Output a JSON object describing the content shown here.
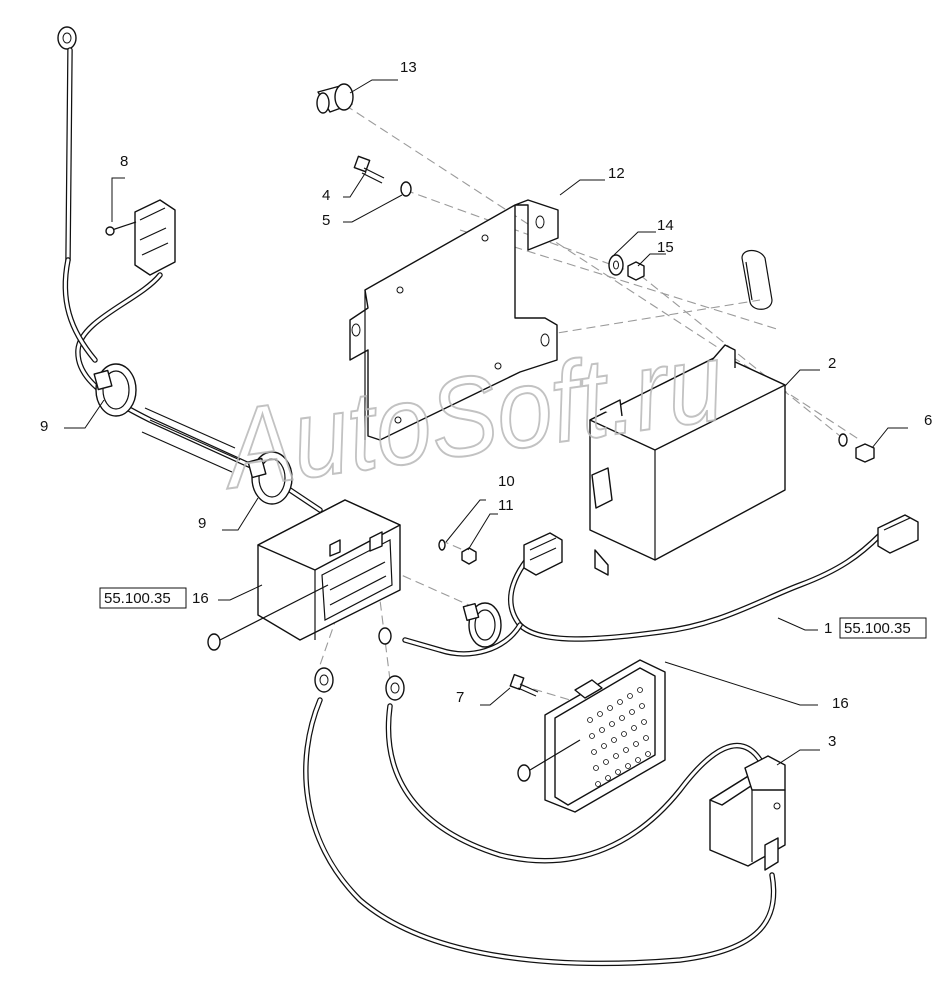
{
  "diagram": {
    "watermark": "AutoSoft.ru",
    "callouts": [
      {
        "id": "c13",
        "number": "13"
      },
      {
        "id": "c8",
        "number": "8"
      },
      {
        "id": "c4",
        "number": "4"
      },
      {
        "id": "c5",
        "number": "5"
      },
      {
        "id": "c12",
        "number": "12"
      },
      {
        "id": "c14",
        "number": "14"
      },
      {
        "id": "c15",
        "number": "15"
      },
      {
        "id": "c2",
        "number": "2"
      },
      {
        "id": "c6",
        "number": "6"
      },
      {
        "id": "c9a",
        "number": "9"
      },
      {
        "id": "c9b",
        "number": "9"
      },
      {
        "id": "c10",
        "number": "10"
      },
      {
        "id": "c11",
        "number": "11"
      },
      {
        "id": "c16a",
        "number": "16"
      },
      {
        "id": "c1",
        "number": "1"
      },
      {
        "id": "c16b",
        "number": "16"
      },
      {
        "id": "c7",
        "number": "7"
      },
      {
        "id": "c3",
        "number": "3"
      }
    ],
    "references": [
      {
        "id": "ref16",
        "text": "55.100.35"
      },
      {
        "id": "ref1",
        "text": "55.100.35"
      }
    ]
  }
}
